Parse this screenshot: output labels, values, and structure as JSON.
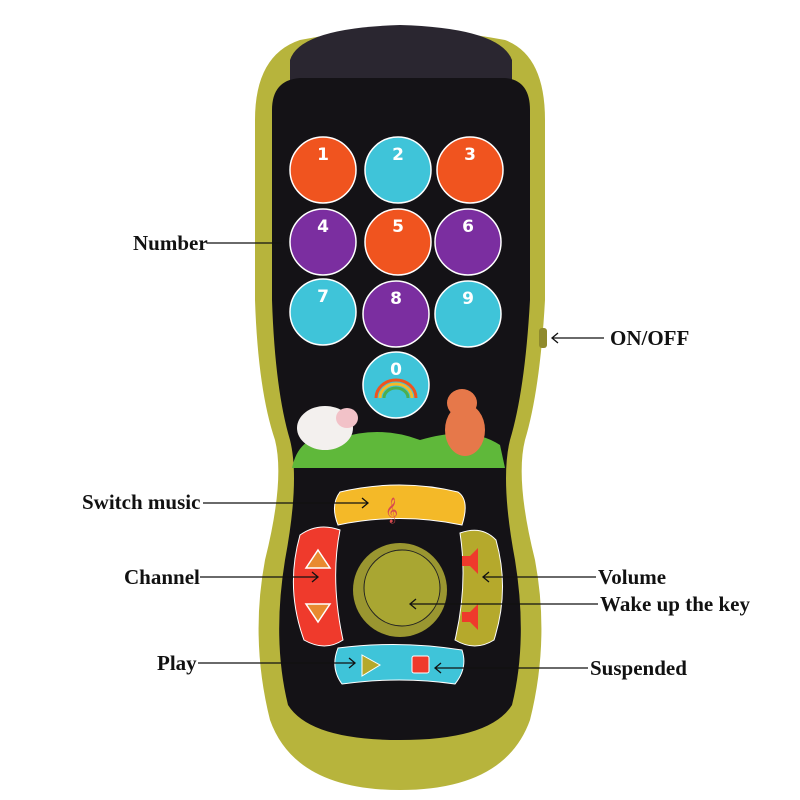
{
  "labels": {
    "number": "Number",
    "on_off": "ON/OFF",
    "switch_music": "Switch music",
    "channel": "Channel",
    "volume": "Volume",
    "wake_up": "Wake up the key",
    "play": "Play",
    "suspended": "Suspended"
  },
  "keys": [
    "1",
    "2",
    "3",
    "4",
    "5",
    "6",
    "7",
    "8",
    "9",
    "0"
  ],
  "colors": {
    "body": "#b7b43c",
    "panel": "#141216",
    "orange": "#f0541f",
    "cyan": "#3fc4d9",
    "purple": "#7b2ea0",
    "yellow": "#f4b928",
    "red": "#ef3a2c",
    "olive": "#b5a92c"
  }
}
